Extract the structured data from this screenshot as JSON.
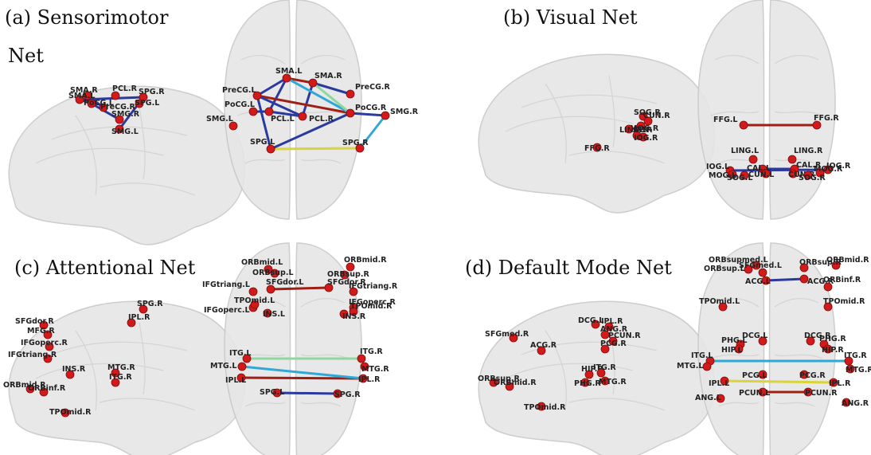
{
  "panels": [
    {
      "id": "a",
      "title_line1": "(a)   Sensorimotor",
      "title_line2": "Net"
    },
    {
      "id": "b",
      "title_line1": "(b) Visual Net",
      "title_line2": ""
    },
    {
      "id": "c",
      "title_line1": "(c) Attentional Net",
      "title_line2": ""
    },
    {
      "id": "d",
      "title_line1": "(d) Default Mode Net",
      "title_line2": ""
    }
  ],
  "colors": {
    "brain_fill": "#e6e6e6",
    "brain_stroke": "#c8c8c8",
    "node": "#d31a1a",
    "edge_strong_neg": "#2b3a9e",
    "edge_mid_neg": "#2fa8d8",
    "edge_neutral": "#8fd7a0",
    "edge_mid_pos": "#d8d43a",
    "edge_strong_pos": "#9e1f14"
  },
  "networks": {
    "sensorimotor_top": {
      "nodes": [
        "SMA.L",
        "SMA.R",
        "PreCG.L",
        "PreCG.R",
        "PoCG.L",
        "PoCG.R",
        "PCL.L",
        "PCL.R",
        "SMG.L",
        "SMG.R",
        "SPG.L",
        "SPG.R"
      ],
      "edges": [
        [
          "SMA.L",
          "SMA.R",
          "edge_strong_pos"
        ],
        [
          "SMA.L",
          "PreCG.L",
          "edge_strong_neg"
        ],
        [
          "SMA.L",
          "PCL.L",
          "edge_strong_neg"
        ],
        [
          "SMA.R",
          "PreCG.R",
          "edge_strong_neg"
        ],
        [
          "SMA.R",
          "PCL.R",
          "edge_strong_neg"
        ],
        [
          "PreCG.L",
          "PoCG.R",
          "edge_strong_pos"
        ],
        [
          "PreCG.L",
          "PCL.R",
          "edge_strong_neg"
        ],
        [
          "PoCG.L",
          "PCL.L",
          "edge_strong_neg"
        ],
        [
          "PCL.L",
          "PCL.R",
          "edge_strong_neg"
        ],
        [
          "PreCG.L",
          "SPG.L",
          "edge_strong_neg"
        ],
        [
          "SMA.L",
          "PoCG.R",
          "edge_mid_neg"
        ],
        [
          "PoCG.R",
          "SMG.R",
          "edge_strong_neg"
        ],
        [
          "SMG.R",
          "SPG.R",
          "edge_mid_neg"
        ],
        [
          "SPG.L",
          "SPG.R",
          "edge_mid_pos"
        ],
        [
          "SPG.L",
          "PoCG.R",
          "edge_strong_neg"
        ],
        [
          "SMA.R",
          "PoCG.R",
          "edge_neutral"
        ]
      ]
    },
    "sensorimotor_side": {
      "nodes": [
        "PCL.R",
        "SMA.R",
        "SMA.L",
        "PoCG.L",
        "PreCG.R",
        "SPG.R",
        "SPG.L",
        "SMG.R",
        "SMG.L"
      ],
      "edges": [
        [
          "SMA.L",
          "SPG.R",
          "edge_strong_neg"
        ],
        [
          "PoCG.L",
          "SMG.R",
          "edge_strong_neg"
        ],
        [
          "SMA.R",
          "PreCG.R",
          "edge_strong_neg"
        ],
        [
          "SPG.R",
          "SMG.L",
          "edge_strong_neg"
        ],
        [
          "PoCG.L",
          "SMA.L",
          "edge_strong_neg"
        ]
      ]
    },
    "visual_top": {
      "nodes": [
        "FFG.L",
        "FFG.R",
        "LING.L",
        "LING.R",
        "CAL.L",
        "CAL.R",
        "CUN.L",
        "CUN.R",
        "IOG.L",
        "IOG.R",
        "MOG.L",
        "MOG.R",
        "SOG.L",
        "SOG.R"
      ],
      "edges": [
        [
          "FFG.L",
          "FFG.R",
          "edge_strong_pos"
        ],
        [
          "IOG.L",
          "IOG.R",
          "edge_strong_neg"
        ],
        [
          "CAL.L",
          "CAL.R",
          "edge_strong_neg"
        ]
      ]
    },
    "visual_side": {
      "nodes": [
        "SOG.R",
        "CUN.R",
        "MOG.R",
        "CAL.R",
        "LING.R",
        "IOG.R",
        "FFG.R"
      ],
      "edges": []
    },
    "attentional_top": {
      "nodes": [
        "ORBmid.L",
        "ORBmid.R",
        "ORBsup.L",
        "ORBsup.R",
        "SFGdor.L",
        "SFGdor.R",
        "IFGtriang.L",
        "IFGtriang.R",
        "IFGoperc.L",
        "IFGoperc.R",
        "TPOmid.L",
        "TPOmid.R",
        "INS.L",
        "INS.R",
        "ITG.L",
        "ITG.R",
        "MTG.L",
        "MTG.R",
        "IPL.L",
        "IPL.R",
        "SPG.L",
        "SPG.R"
      ],
      "edges": [
        [
          "SFGdor.L",
          "SFGdor.R",
          "edge_strong_pos"
        ],
        [
          "IPL.L",
          "IPL.R",
          "edge_strong_pos"
        ],
        [
          "ITG.L",
          "ITG.R",
          "edge_neutral"
        ],
        [
          "SPG.L",
          "SPG.R",
          "edge_strong_neg"
        ],
        [
          "MTG.L",
          "IPL.R",
          "edge_mid_neg"
        ]
      ]
    },
    "attentional_side": {
      "nodes": [
        "SPG.R",
        "IPL.R",
        "SFGdor.R",
        "MFG.R",
        "IFGoperc.R",
        "IFGtriang.R",
        "INS.R",
        "MTG.R",
        "ITG.R",
        "ORBmid.R",
        "ORBinf.R",
        "TPOmid.R"
      ],
      "edges": []
    },
    "default_top": {
      "nodes": [
        "ORBsupmed.L",
        "ORBsup.L",
        "SFGmed.L",
        "ORBmid.R",
        "ORBsup.R",
        "ACG.L",
        "ACG.R",
        "ORBinf.R",
        "TPOmid.L",
        "TPOmid.R",
        "DCG.L",
        "DCG.R",
        "PHG.L",
        "PHG.R",
        "HIP.L",
        "HIP.R",
        "ITG.L",
        "ITG.R",
        "MTG.L",
        "MTG.R",
        "IPL.L",
        "IPL.R",
        "PCG.L",
        "PCG.R",
        "PCUN.L",
        "PCUN.R",
        "ANG.L",
        "ANG.R"
      ],
      "edges": [
        [
          "PCUN.L",
          "PCUN.R",
          "edge_strong_pos"
        ],
        [
          "IPL.L",
          "IPL.R",
          "edge_mid_pos"
        ],
        [
          "ITG.L",
          "ITG.R",
          "edge_mid_neg"
        ],
        [
          "ACG.L",
          "ACG.R",
          "edge_strong_neg"
        ]
      ]
    },
    "default_side": {
      "nodes": [
        "SFGmed.R",
        "ACG.R",
        "DCG.L",
        "IPL.R",
        "ANG.R",
        "PCUN.R",
        "PCG.R",
        "HIP.R",
        "PHG.R",
        "ITG.R",
        "MTG.R",
        "ORBsup.R",
        "ORBmid.R",
        "TPOmid.R"
      ],
      "edges": []
    }
  }
}
